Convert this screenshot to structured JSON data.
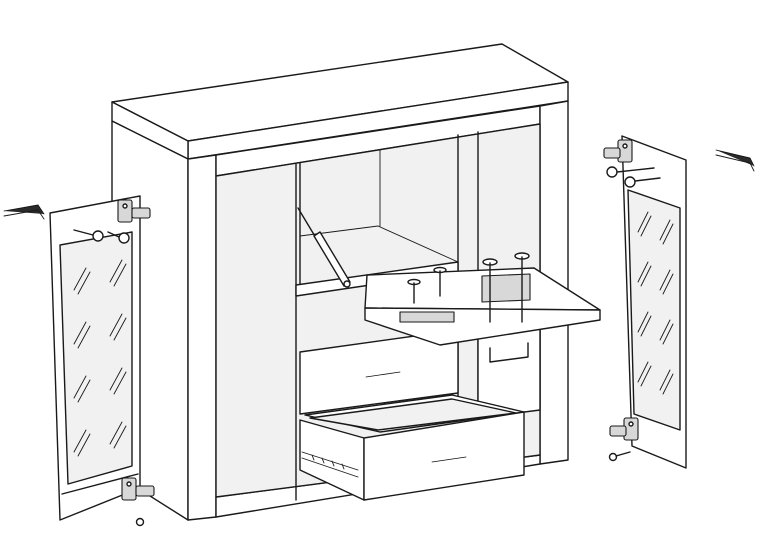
{
  "figure": {
    "kind": "furniture-assembly-exploded-view",
    "parts": [
      {
        "name": "cabinet-body"
      },
      {
        "name": "top-panel"
      },
      {
        "name": "glass-door-left"
      },
      {
        "name": "glass-door-right"
      },
      {
        "name": "drop-down-flap"
      },
      {
        "name": "gas-strut"
      },
      {
        "name": "upper-drawer"
      },
      {
        "name": "lower-drawer-pulled-out"
      },
      {
        "name": "hinge"
      },
      {
        "name": "screw"
      },
      {
        "name": "door-handle"
      }
    ],
    "colors": {
      "line": "#1a1a1a",
      "paper": "#ffffff",
      "glass": "#f1f1f1"
    }
  }
}
